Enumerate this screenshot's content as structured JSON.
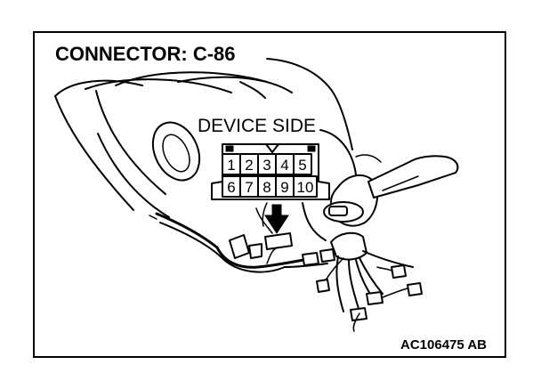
{
  "connector_label": "CONNECTOR: C-86",
  "device_side_label": "DEVICE SIDE",
  "pins_top": [
    "1",
    "2",
    "3",
    "4",
    "5"
  ],
  "pins_bottom": [
    "6",
    "7",
    "8",
    "9",
    "10"
  ],
  "reference_code": "AC106475 AB"
}
